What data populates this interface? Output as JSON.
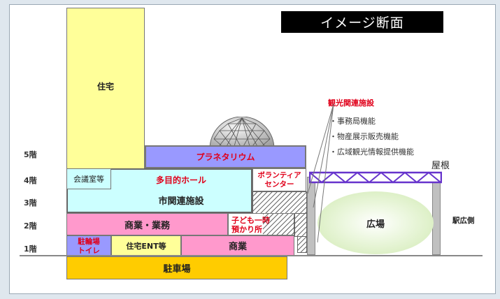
{
  "title": "イメージ断面",
  "floors": {
    "f5": "5階",
    "f4": "4階",
    "f3": "3階",
    "f2": "2階",
    "f1": "1階"
  },
  "blocks": {
    "housing": "住宅",
    "planetarium": "プラネタリウム",
    "meeting_room": "会議室等",
    "multipurpose_hall": "多目的ホール",
    "city_facilities": "市関連施設",
    "volunteer_line1": "ボランティア",
    "volunteer_line2": "センター",
    "commercial_business": "商業・業務",
    "childcare_line1": "子ども一時",
    "childcare_line2": "預かり所",
    "bicycle_line1": "駐輪場",
    "bicycle_line2": "トイレ",
    "housing_entrance": "住宅ENT等",
    "commercial": "商業",
    "parking": "駐車場",
    "plaza": "広場",
    "roof": "屋根",
    "station_side": "駅広側"
  },
  "tourism": {
    "heading": "観光関連施設",
    "items": [
      "・事務局機能",
      "・物産展示販売機能",
      "・広域観光情報提供機能"
    ]
  },
  "colors": {
    "housing": "#ffff99",
    "planetarium": "#9999ff",
    "hall": "#ccffff",
    "commercial": "#ff99cc",
    "parking": "#ffcc00",
    "plaza": "#dff2c6",
    "roof": "#6633cc",
    "title_bg": "#000000"
  }
}
